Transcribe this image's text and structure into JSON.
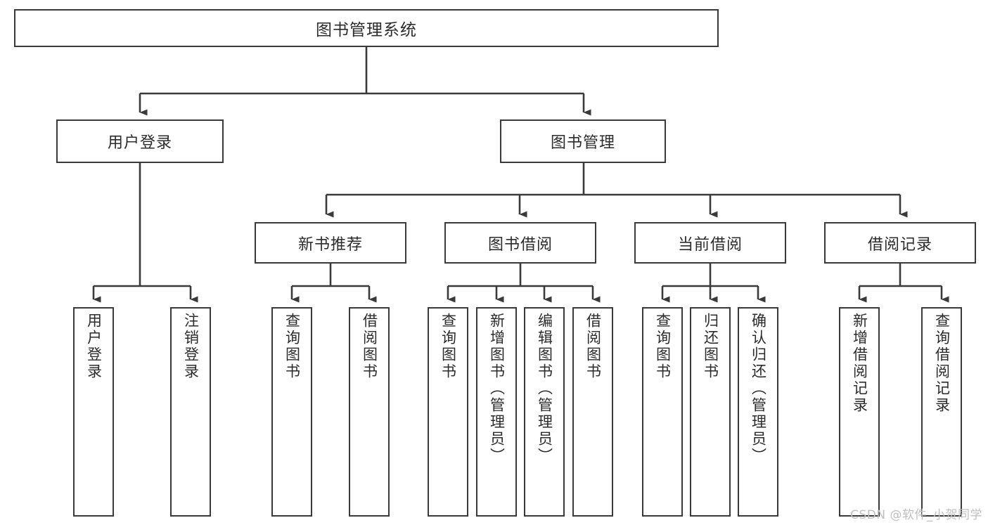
{
  "diagram": {
    "title": "图书管理系统",
    "type": "hierarchy-tree",
    "root": {
      "label": "图书管理系统"
    },
    "level1": [
      {
        "label": "用户登录"
      },
      {
        "label": "图书管理"
      }
    ],
    "level2": [
      {
        "label": "新书推荐"
      },
      {
        "label": "图书借阅"
      },
      {
        "label": "当前借阅"
      },
      {
        "label": "借阅记录"
      }
    ],
    "leaves": {
      "user_login": [
        {
          "label": "用户登录"
        },
        {
          "label": "注销登录"
        }
      ],
      "new_book_recommend": [
        {
          "label": "查询图书"
        },
        {
          "label": "借阅图书"
        }
      ],
      "book_borrow": [
        {
          "label": "查询图书"
        },
        {
          "label": "新增图书（管理员）"
        },
        {
          "label": "编辑图书（管理员）"
        },
        {
          "label": "借阅图书"
        }
      ],
      "current_borrow": [
        {
          "label": "查询图书"
        },
        {
          "label": "归还图书"
        },
        {
          "label": "确认归还（管理员）"
        }
      ],
      "borrow_record": [
        {
          "label": "新增借阅记录"
        },
        {
          "label": "查询借阅记录"
        }
      ]
    },
    "watermark": "CSDN @软件_小贺同学",
    "colors": {
      "stroke": "#3a3a3a",
      "fill": "#ffffff",
      "text": "#2b2b2b",
      "watermark": "#bfbfbf"
    }
  }
}
